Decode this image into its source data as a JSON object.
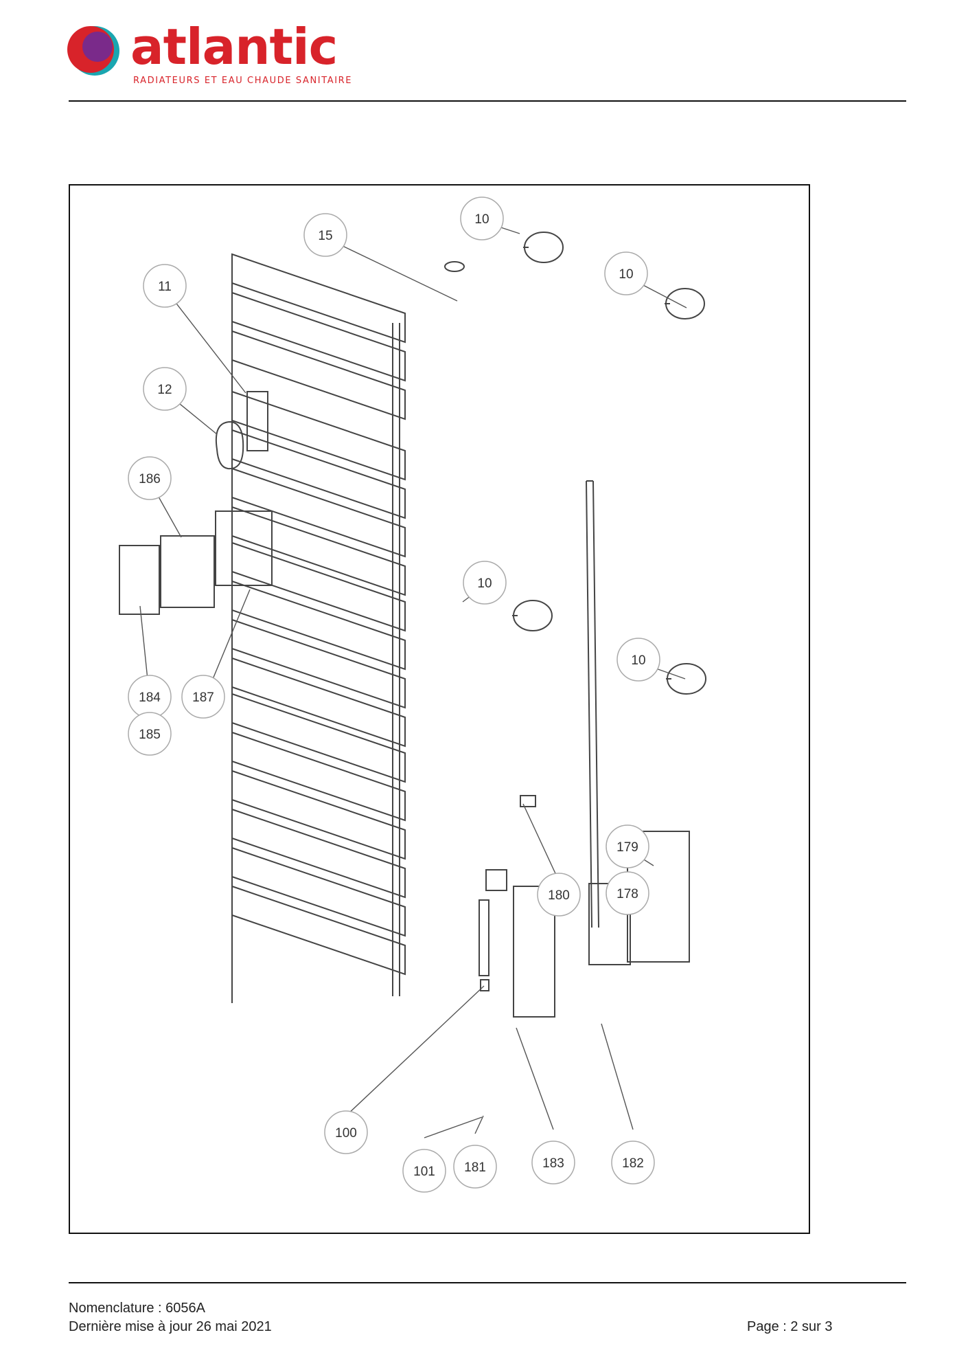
{
  "header": {
    "brand": "atlantic",
    "tagline": "RADIATEURS ET EAU CHAUDE SANITAIRE",
    "logo_colors": {
      "red": "#d8232a",
      "purple": "#7a2a8a",
      "teal": "#1aa6b0"
    }
  },
  "diagram": {
    "callouts": [
      {
        "label": "15"
      },
      {
        "label": "10"
      },
      {
        "label": "10"
      },
      {
        "label": "11"
      },
      {
        "label": "12"
      },
      {
        "label": "186"
      },
      {
        "label": "10"
      },
      {
        "label": "10"
      },
      {
        "label": "184"
      },
      {
        "label": "187"
      },
      {
        "label": "185"
      },
      {
        "label": "179"
      },
      {
        "label": "178"
      },
      {
        "label": "180"
      },
      {
        "label": "100"
      },
      {
        "label": "101"
      },
      {
        "label": "181"
      },
      {
        "label": "183"
      },
      {
        "label": "182"
      }
    ]
  },
  "footer": {
    "nomenclature": "Nomenclature : 6056A",
    "last_update": "Dernière mise à jour 26 mai 2021",
    "page": "Page : 2 sur 3"
  }
}
